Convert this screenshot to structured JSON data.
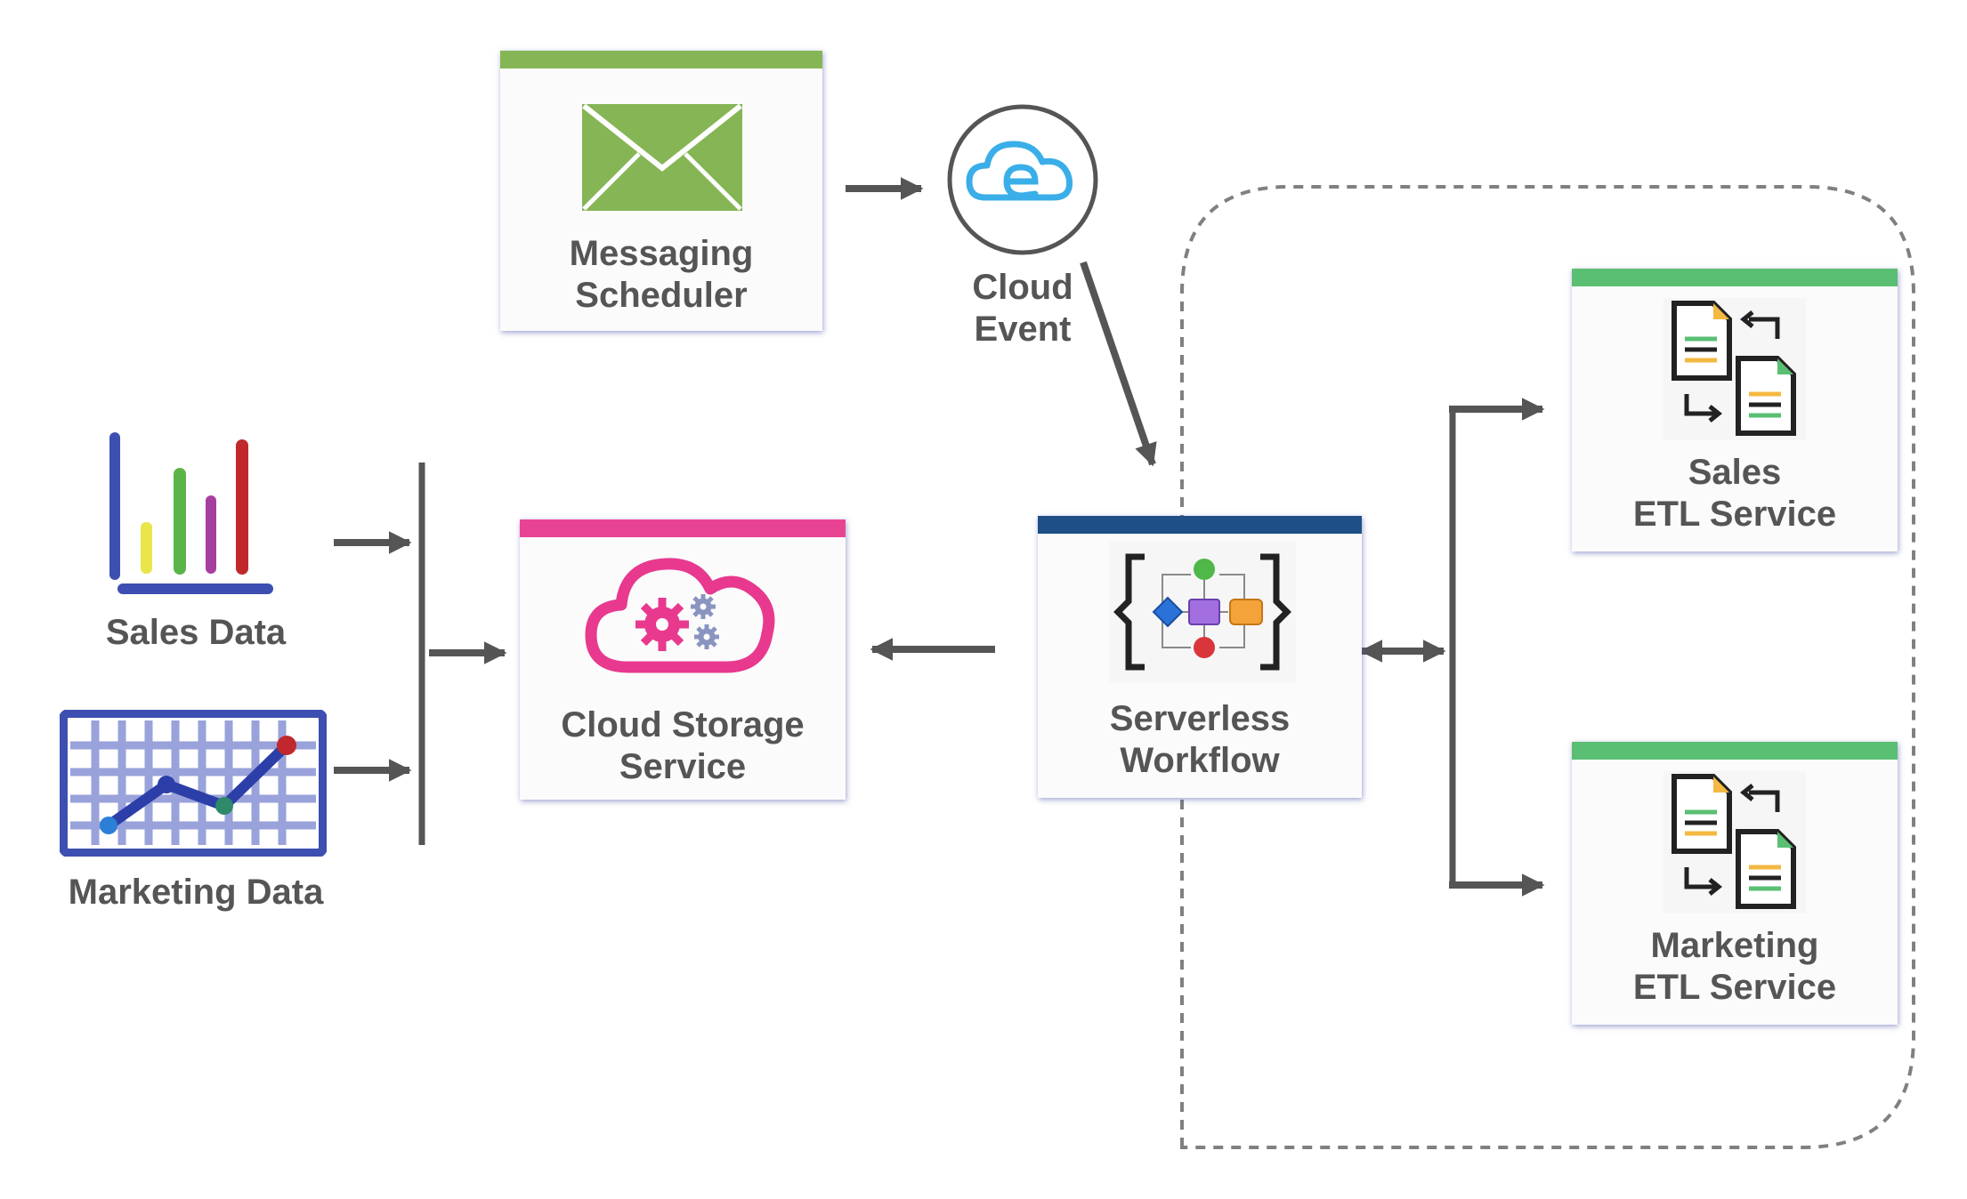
{
  "colors": {
    "arrow": "#555555",
    "text": "#555555",
    "dashed_border": "#808080",
    "messaging_bar": "#86b555",
    "storage_bar": "#e84393",
    "workflow_bar": "#1e4f86",
    "etl_bar": "#5bbf73"
  },
  "messaging_scheduler": {
    "line1": "Messaging",
    "line2": "Scheduler",
    "icon": "envelope-icon"
  },
  "cloud_event": {
    "line1": "Cloud",
    "line2": "Event",
    "icon": "cloud-event-icon"
  },
  "sales_data": {
    "label": "Sales Data",
    "icon": "bar-chart-icon"
  },
  "marketing_data": {
    "label": "Marketing Data",
    "icon": "line-chart-icon"
  },
  "cloud_storage": {
    "line1": "Cloud Storage",
    "line2": "Service",
    "icon": "cloud-gears-icon"
  },
  "serverless_workflow": {
    "line1": "Serverless",
    "line2": "Workflow",
    "icon": "workflow-icon"
  },
  "sales_etl": {
    "line1": "Sales",
    "line2": "ETL Service",
    "icon": "document-transfer-icon"
  },
  "marketing_etl": {
    "line1": "Marketing",
    "line2": "ETL Service",
    "icon": "document-transfer-icon"
  }
}
